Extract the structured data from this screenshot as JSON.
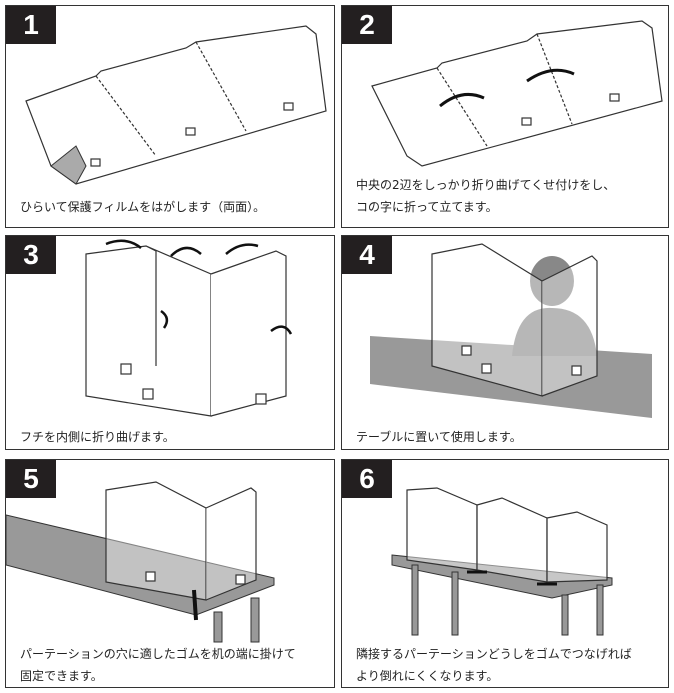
{
  "steps": [
    {
      "number": "1",
      "caption": [
        "ひらいて保護フィルムをはがします（両面）。"
      ]
    },
    {
      "number": "2",
      "caption": [
        "中央の2辺をしっかり折り曲げてくせ付けをし、",
        "コの字に折って立てます。"
      ]
    },
    {
      "number": "3",
      "caption": [
        "フチを内側に折り曲げます。"
      ]
    },
    {
      "number": "4",
      "caption": [
        "テーブルに置いて使用します。"
      ]
    },
    {
      "number": "5",
      "caption": [
        "パーテーションの穴に適したゴムを机の端に掛けて",
        "固定できます。"
      ]
    },
    {
      "number": "6",
      "caption": [
        "隣接するパーテーションどうしをゴムでつなげれば",
        "より倒れにくくなります。"
      ]
    }
  ]
}
